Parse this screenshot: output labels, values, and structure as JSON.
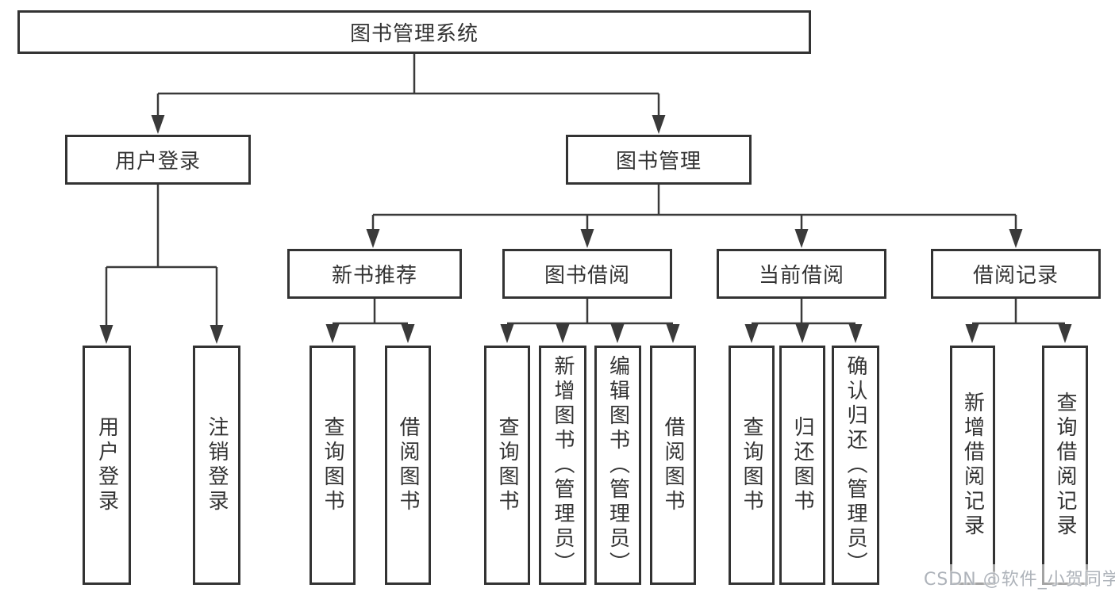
{
  "diagram": {
    "title": "图书管理系统",
    "root": {
      "label": "图书管理系统"
    },
    "level2": [
      {
        "label": "用户登录",
        "parent": "图书管理系统"
      },
      {
        "label": "图书管理",
        "parent": "图书管理系统"
      }
    ],
    "level3": [
      {
        "label": "新书推荐",
        "parent": "图书管理"
      },
      {
        "label": "图书借阅",
        "parent": "图书管理"
      },
      {
        "label": "当前借阅",
        "parent": "图书管理"
      },
      {
        "label": "借阅记录",
        "parent": "图书管理"
      }
    ],
    "leaves": [
      {
        "label": "用户登录",
        "parent": "用户登录"
      },
      {
        "label": "注销登录",
        "parent": "用户登录"
      },
      {
        "label": "查询图书",
        "parent": "新书推荐"
      },
      {
        "label": "借阅图书",
        "parent": "新书推荐"
      },
      {
        "label": "查询图书",
        "parent": "图书借阅"
      },
      {
        "label": "新增图书（管理员）",
        "parent": "图书借阅"
      },
      {
        "label": "编辑图书（管理员）",
        "parent": "图书借阅"
      },
      {
        "label": "借阅图书",
        "parent": "图书借阅"
      },
      {
        "label": "查询图书",
        "parent": "当前借阅"
      },
      {
        "label": "归还图书",
        "parent": "当前借阅"
      },
      {
        "label": "确认归还（管理员）",
        "parent": "当前借阅"
      },
      {
        "label": "新增借阅记录",
        "parent": "借阅记录"
      },
      {
        "label": "查询借阅记录",
        "parent": "借阅记录"
      }
    ],
    "watermark": "CSDN @软件_小贺同学",
    "colors": {
      "line": "#3a3a3a",
      "box_border": "#333333",
      "text": "#333333",
      "watermark_text": "#aeb3ba",
      "background": "#ffffff"
    }
  }
}
